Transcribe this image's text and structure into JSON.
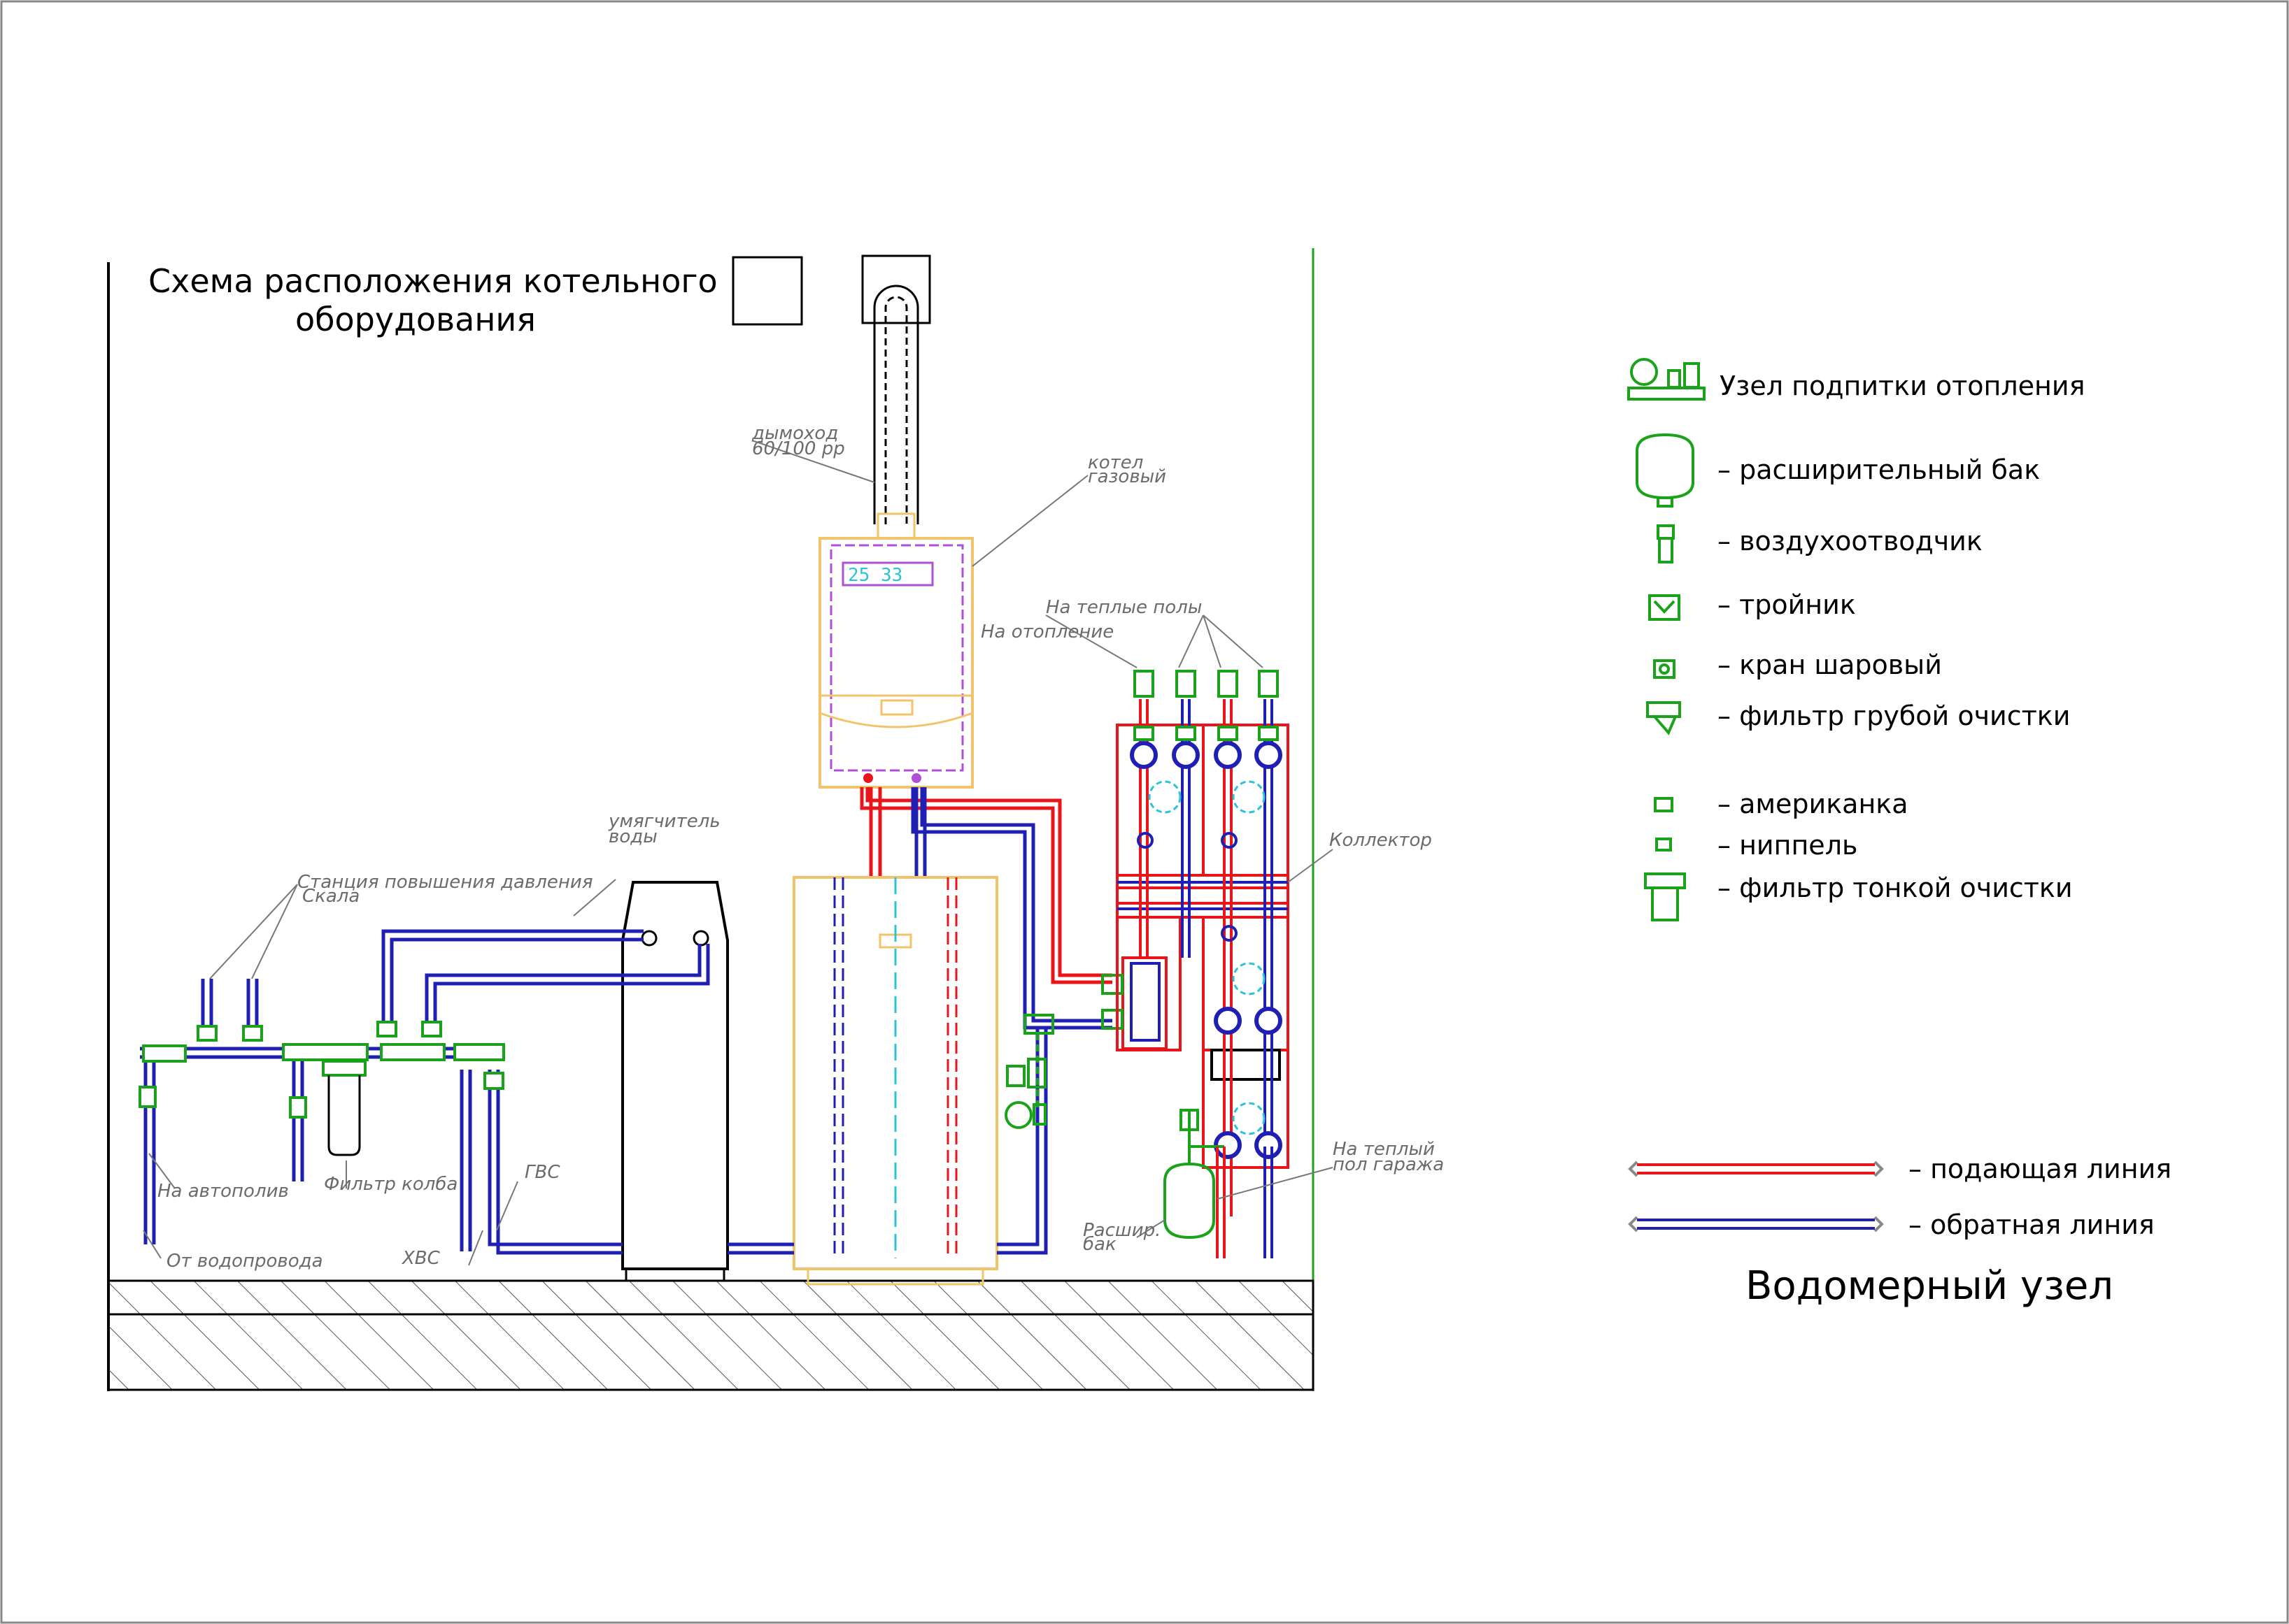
{
  "title": {
    "line1": "Схема расположения котельного",
    "line2": "оборудования"
  },
  "callouts": {
    "chimney_l1": "дымоход",
    "chimney_l2": "60/100 pp",
    "boiler_l1": "котел",
    "boiler_l2": "газовый",
    "warm_floors": "На теплые полы",
    "heating": "На отопление",
    "collector": "Коллектор",
    "softener_l1": "умягчитель",
    "softener_l2": "воды",
    "pump_station_l1": "Станция повышения давления",
    "pump_station_l2": "Скала",
    "autowater": "На автополив",
    "filter_flask": "Фильтр колба",
    "from_main": "От водопровода",
    "hot_water": "ГВС",
    "cold_water": "ХВС",
    "exp_tank_l1": "Расшир.",
    "exp_tank_l2": "бак",
    "garage_floor_l1": "На теплый",
    "garage_floor_l2": "пол гаража"
  },
  "legend": {
    "items": [
      {
        "icon": "makeup-unit-icon",
        "label": "Узел подпитки отопления"
      },
      {
        "icon": "expansion-tank-icon",
        "label": "– расширительный бак"
      },
      {
        "icon": "air-vent-icon",
        "label": "– воздухоотводчик"
      },
      {
        "icon": "tee-icon",
        "label": "– тройник"
      },
      {
        "icon": "ball-valve-icon",
        "label": "– кран шаровый"
      },
      {
        "icon": "coarse-filter-icon",
        "label": "– фильтр грубой очистки"
      },
      {
        "icon": "union-icon",
        "label": "– американка"
      },
      {
        "icon": "nipple-icon",
        "label": "– ниппель"
      },
      {
        "icon": "fine-filter-icon",
        "label": "– фильтр тонкой очистки"
      }
    ],
    "lines": [
      {
        "color": "#e8161b",
        "label": "– подающая линия"
      },
      {
        "color": "#1f1fb4",
        "label": "– обратная линия"
      }
    ],
    "subtitle": "Водомерный узел"
  },
  "colors": {
    "supply": "#e8161b",
    "return": "#1f1fb4",
    "fitting": "#1aa31a",
    "boiler": "#f2c36b",
    "cyan": "#2cc3d6",
    "magenta": "#b04fd6"
  }
}
